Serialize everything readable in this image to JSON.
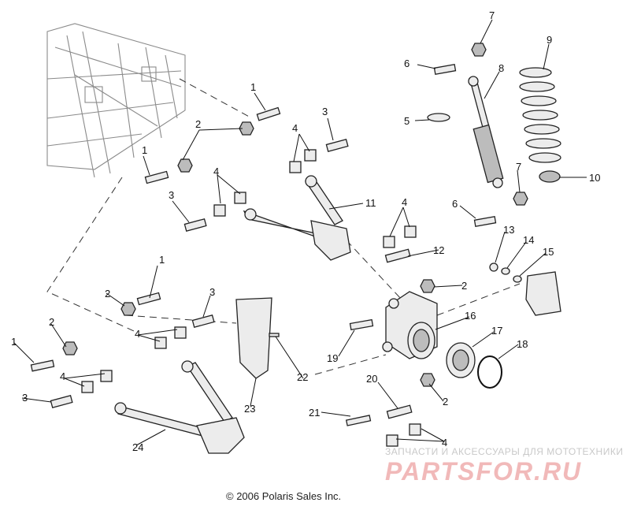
{
  "callouts": [
    "1",
    "2",
    "3",
    "4",
    "5",
    "6",
    "7",
    "8",
    "9",
    "10",
    "11",
    "12",
    "13",
    "14",
    "15",
    "16",
    "17",
    "18",
    "19",
    "20",
    "21",
    "22",
    "23",
    "24"
  ],
  "copyright": "© 2006 Polaris Sales Inc.",
  "watermark": {
    "tagline": "ЗАПЧАСТИ И АКСЕССУАРЫ ДЛЯ МОТОТЕХНИКИ",
    "logo": "PARTSFOR.RU"
  }
}
